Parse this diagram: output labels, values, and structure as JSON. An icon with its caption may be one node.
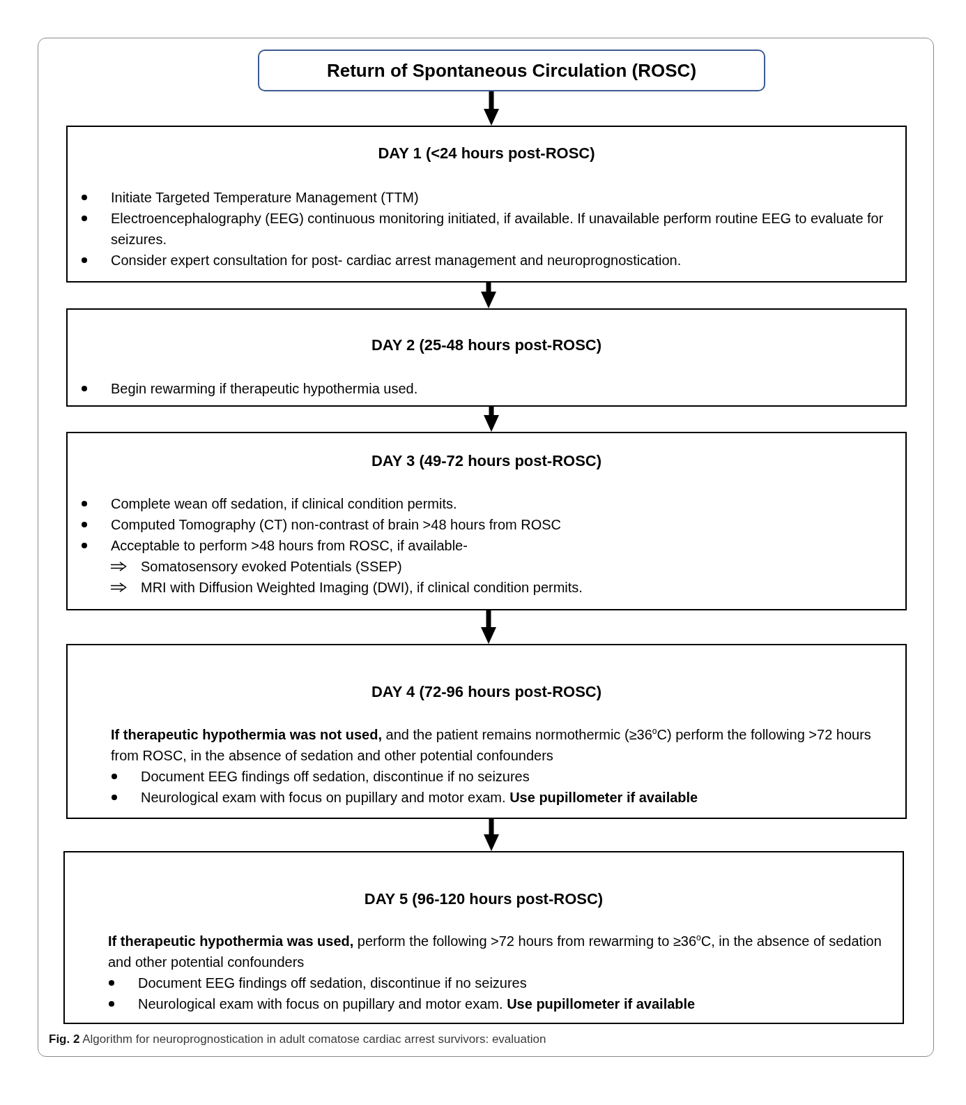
{
  "diagram": {
    "caption": "**Fig. 2** Algorithm for neuroprognostication in adult comatose cardiac arrest survivors: evaluation",
    "nodes": [
      {
        "text": [
          "Return of Spontaneous Circulation (ROSC)"
        ]
      },
      {
        "text": [
          "DAY 1 (<24 hours post-ROSC)",
          "Initiate Targeted Temperature Management (TTM)",
          "Electroencephalography (EEG) continuous monitoring initiated, if available. If unavailable perform routine EEG to evaluate for seizures.",
          "Consider expert consultation for post- cardiac arrest management and neuroprognostication."
        ]
      },
      {
        "text": [
          "DAY 2 (25-48 hours post-ROSC)",
          "Begin rewarming if therapeutic hypothermia used."
        ]
      },
      {
        "text": [
          "DAY 3 (49-72 hours post-ROSC)",
          "Complete wean off sedation, if clinical condition permits.",
          "Computed Tomography (CT) non-contrast of brain >48 hours from ROSC",
          "Acceptable to perform >48 hours from ROSC, if available-",
          "Somatosensory evoked Potentials (SSEP)",
          "MRI with Diffusion Weighted Imaging (DWI), if clinical condition permits."
        ]
      },
      {
        "text": [
          "DAY 4 (72-96 hours post-ROSC)",
          "**If therapeutic hypothermia was not used,** and the patient remains normothermic (≥36$^{o}$C) perform the following >72 hours from ROSC, in the absence of sedation and other potential confounders",
          "Document EEG findings off sedation, discontinue if no seizures",
          "Neurological exam with focus on pupillary and motor exam. **Use pupillometer if available**"
        ]
      },
      {
        "text": [
          "DAY 5 (96-120 hours post-ROSC)",
          "**If therapeutic hypothermia was used,** perform the following >72 hours from rewarming to ≥36$^{o}$C, in the absence of sedation and other potential confounders",
          "Document EEG findings off sedation, discontinue if no seizures",
          "Neurological exam with focus on pupillary and motor exam. **Use pupillometer if available**"
        ]
      }
    ],
    "edges": [
      {
        "from": 0,
        "to": 1,
        "arrow": "to"
      },
      {
        "from": 1,
        "to": 2,
        "arrow": "to"
      },
      {
        "from": 2,
        "to": 3,
        "arrow": "to"
      },
      {
        "from": 3,
        "to": 4,
        "arrow": "to"
      },
      {
        "from": 4,
        "to": 5,
        "arrow": "to"
      }
    ]
  }
}
